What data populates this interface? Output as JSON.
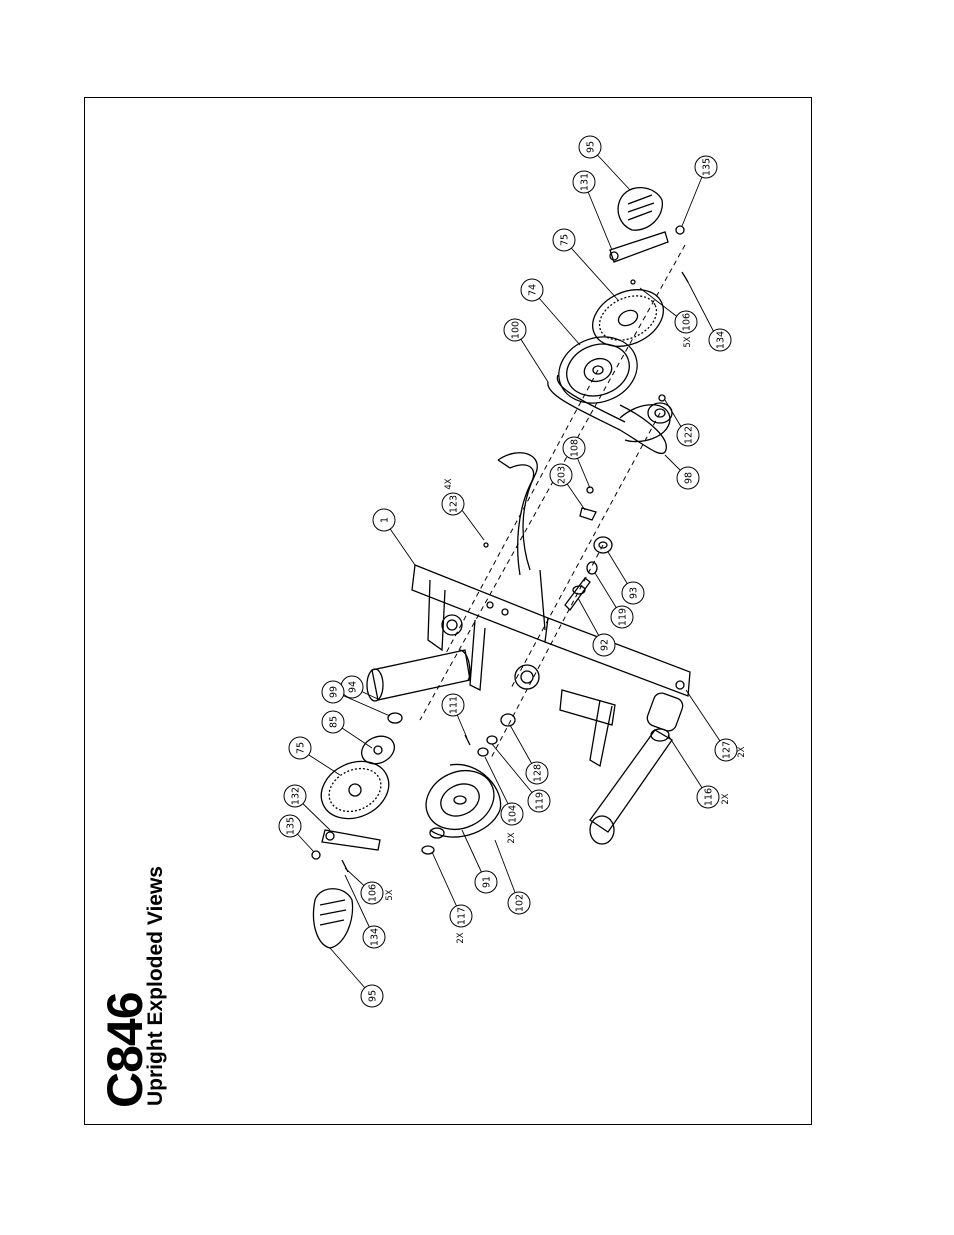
{
  "document": {
    "model": "C846",
    "title": "Upright Exploded Views"
  },
  "callouts": [
    {
      "id": "c95a",
      "label": "95"
    },
    {
      "id": "c131",
      "label": "131"
    },
    {
      "id": "c135a",
      "label": "135"
    },
    {
      "id": "c75a",
      "label": "75"
    },
    {
      "id": "c74",
      "label": "74"
    },
    {
      "id": "c106a",
      "label": "106",
      "qty": "5X"
    },
    {
      "id": "c134a",
      "label": "134"
    },
    {
      "id": "c100",
      "label": "100"
    },
    {
      "id": "c122",
      "label": "122"
    },
    {
      "id": "c98",
      "label": "98"
    },
    {
      "id": "c108",
      "label": "108"
    },
    {
      "id": "c203",
      "label": "203"
    },
    {
      "id": "c123",
      "label": "123",
      "qty": "4X"
    },
    {
      "id": "c1",
      "label": "1"
    },
    {
      "id": "c93",
      "label": "93"
    },
    {
      "id": "c119a",
      "label": "119"
    },
    {
      "id": "c92",
      "label": "92"
    },
    {
      "id": "c94",
      "label": "94"
    },
    {
      "id": "c99",
      "label": "99"
    },
    {
      "id": "c111",
      "label": "111"
    },
    {
      "id": "c85",
      "label": "85"
    },
    {
      "id": "c75b",
      "label": "75"
    },
    {
      "id": "c132",
      "label": "132"
    },
    {
      "id": "c135b",
      "label": "135"
    },
    {
      "id": "c128",
      "label": "128"
    },
    {
      "id": "c119b",
      "label": "119"
    },
    {
      "id": "c104",
      "label": "104",
      "qty": "2X"
    },
    {
      "id": "c91",
      "label": "91"
    },
    {
      "id": "c102",
      "label": "102"
    },
    {
      "id": "c117",
      "label": "117",
      "qty": "2X"
    },
    {
      "id": "c106b",
      "label": "106",
      "qty": "5X"
    },
    {
      "id": "c134b",
      "label": "134"
    },
    {
      "id": "c95b",
      "label": "95"
    },
    {
      "id": "c127",
      "label": "127",
      "qty": "2X"
    },
    {
      "id": "c116",
      "label": "116",
      "qty": "2X"
    }
  ]
}
